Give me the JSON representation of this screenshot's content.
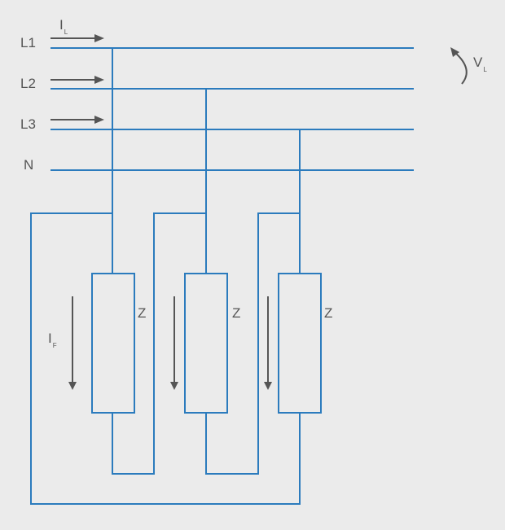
{
  "lines": [
    "L1",
    "L2",
    "L3",
    "N"
  ],
  "line_current": {
    "symbol": "I",
    "sub": "L"
  },
  "line_voltage": {
    "symbol": "V",
    "sub": "L"
  },
  "phase_current": {
    "symbol": "I",
    "sub": "F"
  },
  "impedances": [
    "Z",
    "Z",
    "Z"
  ],
  "colors": {
    "wire": "#2b7bbd",
    "arrow": "#555555",
    "background": "#ebebeb"
  }
}
